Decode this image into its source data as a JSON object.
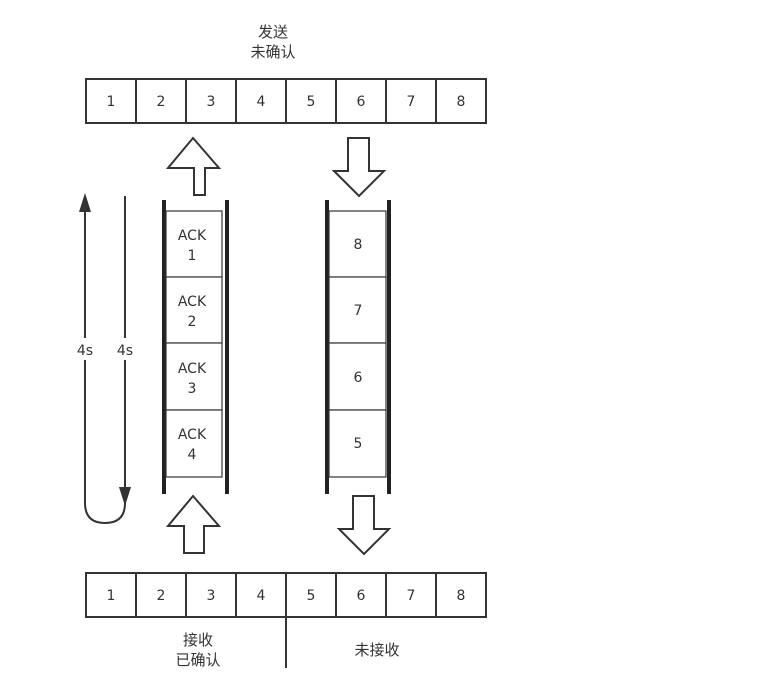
{
  "sender": {
    "caption_line1": "发送",
    "caption_line2": "未确认",
    "cells": [
      "1",
      "2",
      "3",
      "4",
      "5",
      "6",
      "7",
      "8"
    ]
  },
  "receiver": {
    "cells": [
      "1",
      "2",
      "3",
      "4",
      "5",
      "6",
      "7",
      "8"
    ],
    "caption_acked_line1": "接收",
    "caption_acked_line2": "已确认",
    "caption_unreceived": "未接收"
  },
  "ack_channel": {
    "slots": [
      {
        "line1": "ACK",
        "line2": "1"
      },
      {
        "line1": "ACK",
        "line2": "2"
      },
      {
        "line1": "ACK",
        "line2": "3"
      },
      {
        "line1": "ACK",
        "line2": "4"
      }
    ]
  },
  "data_channel": {
    "slots": [
      "8",
      "7",
      "6",
      "5"
    ]
  },
  "timer": {
    "left_label": "4s",
    "right_label": "4s"
  }
}
